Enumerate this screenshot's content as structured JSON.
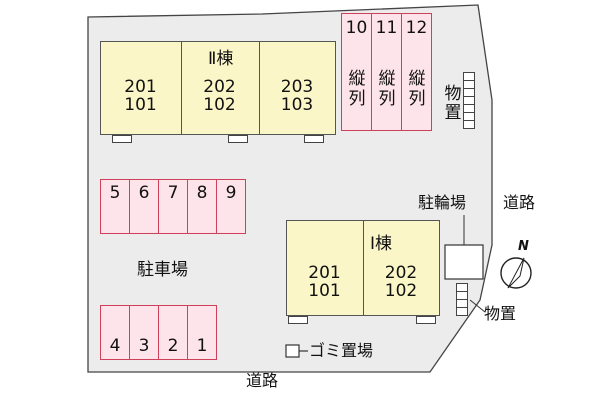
{
  "building_ii": {
    "name": "Ⅱ棟",
    "units": [
      {
        "top": "201",
        "bottom": "101"
      },
      {
        "top": "202",
        "bottom": "102"
      },
      {
        "top": "203",
        "bottom": "103"
      }
    ]
  },
  "building_i": {
    "name": "Ⅰ棟",
    "units": [
      {
        "top": "201",
        "bottom": "101"
      },
      {
        "top": "202",
        "bottom": "102"
      }
    ]
  },
  "parking": {
    "label": "駐車場",
    "upper_row": [
      "5",
      "6",
      "7",
      "8",
      "9"
    ],
    "lower_row": [
      "4",
      "3",
      "2",
      "1"
    ],
    "tandem": [
      {
        "number": "10",
        "note": [
          "縦",
          "列"
        ]
      },
      {
        "number": "11",
        "note": [
          "縦",
          "列"
        ]
      },
      {
        "number": "12",
        "note": [
          "縦",
          "列"
        ]
      }
    ]
  },
  "labels": {
    "storage_top": [
      "物",
      "置"
    ],
    "storage_right": "物置",
    "bicycle_parking": "駐輪場",
    "road_right": "道路",
    "road_bottom": "道路",
    "garbage": "ゴミ置場",
    "north": "N"
  },
  "colors": {
    "building_fill": "#fbf6c8",
    "parking_fill": "#fde3ea",
    "parking_border": "#d0405a",
    "site_fill": "#ececec"
  }
}
